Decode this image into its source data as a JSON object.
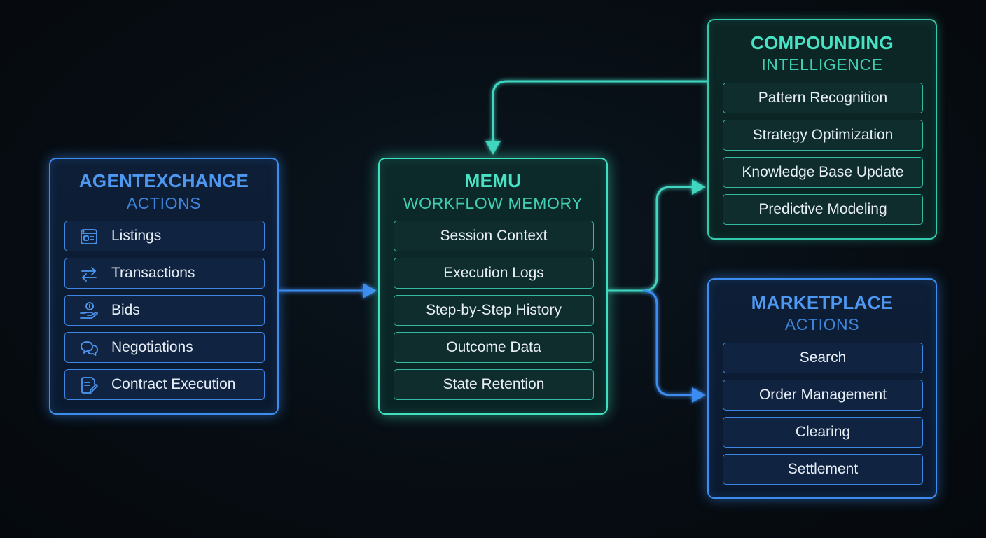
{
  "colors": {
    "blue": "#3d8cf0",
    "teal": "#3fe0c0",
    "background": "#070d13",
    "item_text": "#e8eef5"
  },
  "agentexchange": {
    "title": "AGENTEXCHANGE",
    "subtitle": "ACTIONS",
    "items": [
      {
        "label": "Listings",
        "icon": "listing-card-icon"
      },
      {
        "label": "Transactions",
        "icon": "swap-arrows-icon"
      },
      {
        "label": "Bids",
        "icon": "hand-coin-icon"
      },
      {
        "label": "Negotiations",
        "icon": "chat-bubbles-icon"
      },
      {
        "label": "Contract Execution",
        "icon": "document-pen-icon"
      }
    ]
  },
  "memu": {
    "title": "MEMU",
    "subtitle": "WORKFLOW MEMORY",
    "items": [
      {
        "label": "Session Context"
      },
      {
        "label": "Execution Logs"
      },
      {
        "label": "Step-by-Step History"
      },
      {
        "label": "Outcome Data"
      },
      {
        "label": "State Retention"
      }
    ]
  },
  "compounding": {
    "title": "COMPOUNDING",
    "subtitle": "INTELLIGENCE",
    "items": [
      {
        "label": "Pattern Recognition"
      },
      {
        "label": "Strategy Optimization"
      },
      {
        "label": "Knowledge Base Update"
      },
      {
        "label": "Predictive Modeling"
      }
    ]
  },
  "marketplace": {
    "title": "MARKETPLACE",
    "subtitle": "ACTIONS",
    "items": [
      {
        "label": "Search"
      },
      {
        "label": "Order Management"
      },
      {
        "label": "Clearing"
      },
      {
        "label": "Settlement"
      }
    ]
  }
}
